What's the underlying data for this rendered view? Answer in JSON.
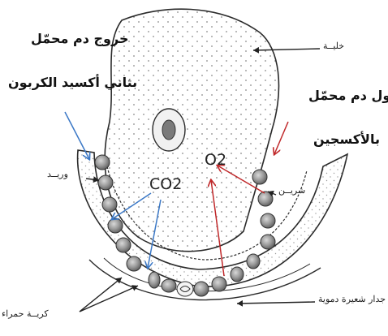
{
  "labels": {
    "blood_out_line1": "خروج دم محمّل",
    "blood_out_line2": "بثاني أكسيد الكربون",
    "blood_in_line1": "دخول دم محمّل",
    "blood_in_line2": "بالأكسجين",
    "cell": "خليــة",
    "artery": "شريــن",
    "vein": "وريــد",
    "capillary_wall": "جدار شعيرة دموية",
    "red_blood_cell": "كريــة حمراء"
  },
  "gases": {
    "o2": "O2",
    "co2": "CO2"
  },
  "colors": {
    "in_arrow": "#c0282a",
    "out_arrow": "#3b78c6",
    "outline": "#2b2b2b",
    "rbc_fill": "#8a8a8a"
  }
}
